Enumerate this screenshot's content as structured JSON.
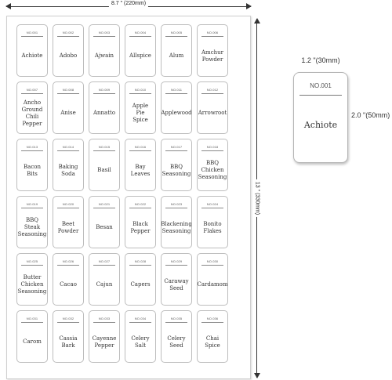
{
  "sheet_width_label": "8.7 \" (220mm)",
  "sheet_height_label": "13 \" (330mm)",
  "labels": [
    {
      "no": "NO.001",
      "name": "Achiote"
    },
    {
      "no": "NO.002",
      "name": "Adobo"
    },
    {
      "no": "NO.003",
      "name": "Ajwain"
    },
    {
      "no": "NO.004",
      "name": "Allspice"
    },
    {
      "no": "NO.005",
      "name": "Alum"
    },
    {
      "no": "NO.006",
      "name": "Amchur\nPowder"
    },
    {
      "no": "NO.007",
      "name": "Ancho\nGround\nChili\nPepper"
    },
    {
      "no": "NO.008",
      "name": "Anise"
    },
    {
      "no": "NO.009",
      "name": "Annatto"
    },
    {
      "no": "NO.010",
      "name": "Apple\nPie\nSpice"
    },
    {
      "no": "NO.011",
      "name": "Applewood"
    },
    {
      "no": "NO.012",
      "name": "Arrowroot"
    },
    {
      "no": "NO.013",
      "name": "Bacon\nBits"
    },
    {
      "no": "NO.014",
      "name": "Baking\nSoda"
    },
    {
      "no": "NO.015",
      "name": "Basil"
    },
    {
      "no": "NO.016",
      "name": "Bay\nLeaves"
    },
    {
      "no": "NO.017",
      "name": "BBQ\nSeasoning"
    },
    {
      "no": "NO.018",
      "name": "BBQ\nChicken\nSeasoning"
    },
    {
      "no": "NO.019",
      "name": "BBQ\nSteak\nSeasoning"
    },
    {
      "no": "NO.020",
      "name": "Beet\nPowder"
    },
    {
      "no": "NO.021",
      "name": "Besan"
    },
    {
      "no": "NO.022",
      "name": "Black\nPepper"
    },
    {
      "no": "NO.023",
      "name": "Blackening\nSeasoning"
    },
    {
      "no": "NO.024",
      "name": "Bonito\nFlakes"
    },
    {
      "no": "NO.025",
      "name": "Butter\nChicken\nSeasoning"
    },
    {
      "no": "NO.026",
      "name": "Cacao"
    },
    {
      "no": "NO.027",
      "name": "Cajun"
    },
    {
      "no": "NO.028",
      "name": "Capers"
    },
    {
      "no": "NO.029",
      "name": "Caraway\nSeed"
    },
    {
      "no": "NO.030",
      "name": "Cardamom"
    },
    {
      "no": "NO.031",
      "name": "Carom"
    },
    {
      "no": "NO.032",
      "name": "Cassia\nBark"
    },
    {
      "no": "NO.033",
      "name": "Cayenne\nPepper"
    },
    {
      "no": "NO.034",
      "name": "Celery\nSalt"
    },
    {
      "no": "NO.035",
      "name": "Celery\nSeed"
    },
    {
      "no": "NO.036",
      "name": "Chai\nSpice"
    }
  ],
  "detail": {
    "width_label": "1.2 \"(30mm)",
    "height_label": "2.0 \"(50mm)",
    "no": "NO.001",
    "name": "Achiote"
  }
}
